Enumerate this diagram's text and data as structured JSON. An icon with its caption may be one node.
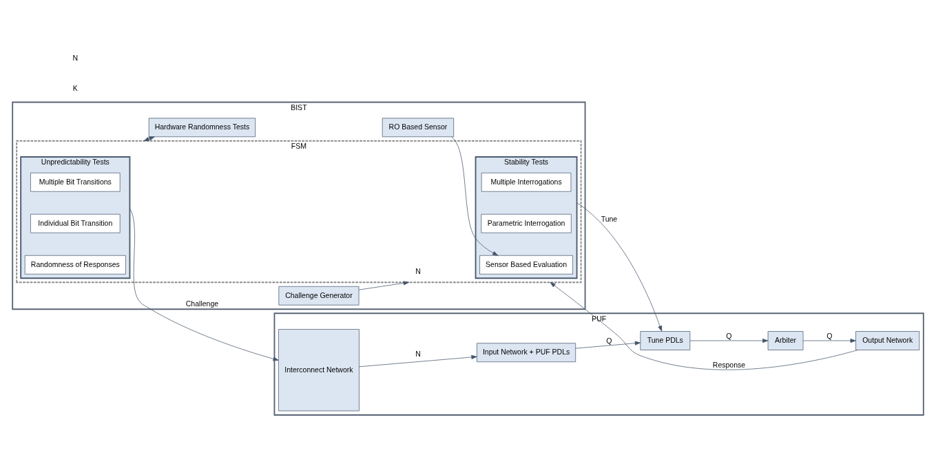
{
  "diagram": {
    "nodes": [
      {
        "text": [
          "BIST"
        ]
      },
      {
        "text": [
          "FSM"
        ],
        "in": 0
      },
      {
        "text": [
          "Stability Tests"
        ],
        "in": 1
      },
      {
        "text": [
          "Sensor Based Evaluation"
        ],
        "in": 2
      },
      {
        "text": [
          "Parametric Interrogation"
        ],
        "in": 2
      },
      {
        "text": [
          "Multiple Interrogations"
        ],
        "in": 2
      },
      {
        "text": [
          "Unpredictability Tests"
        ],
        "in": 1
      },
      {
        "text": [
          "Randomness of Responses"
        ],
        "in": 6
      },
      {
        "text": [
          "Individual Bit Transition"
        ],
        "in": 6
      },
      {
        "text": [
          "Multiple Bit Transitions"
        ],
        "in": 6
      },
      {
        "text": [
          "RO Based Sensor"
        ],
        "in": 0
      },
      {
        "text": [
          "Challenge Generator"
        ],
        "in": 0
      },
      {
        "text": [
          "Hardware Randomness Tests"
        ],
        "in": 0
      },
      {
        "text": [
          "PUF"
        ]
      },
      {
        "text": [
          "Arbiter"
        ],
        "in": 13
      },
      {
        "text": [
          "Tune PDLs"
        ],
        "in": 13
      },
      {
        "text": [
          "Interconnect Network"
        ],
        "in": 13
      },
      {
        "text": [
          "Input Network + PUF PDLs"
        ],
        "in": 13
      },
      {
        "text": [
          "Output Network"
        ],
        "in": 13
      }
    ],
    "edges": [
      {
        "from": 10,
        "to": 3,
        "arrow": "to"
      },
      {
        "from": 11,
        "to": 1,
        "arrow": "to",
        "label": "N"
      },
      {
        "from": 2,
        "to": 15,
        "arrow": "to",
        "label": "Tune"
      },
      {
        "from": 6,
        "to": 16,
        "arrow": "to",
        "label": "Challenge"
      },
      {
        "from": 16,
        "to": 17,
        "arrow": "to",
        "label": "N"
      },
      {
        "from": 17,
        "to": 15,
        "arrow": "to",
        "label": "Q"
      },
      {
        "from": 15,
        "to": 14,
        "arrow": "to",
        "label": "Q"
      },
      {
        "from": 14,
        "to": 18,
        "arrow": "to",
        "label": "Q"
      },
      {
        "from": 18,
        "to": 1,
        "arrow": "to",
        "label": "Response"
      },
      {
        "from": 1,
        "to": 12,
        "arrow": "both"
      }
    ],
    "labels": [
      "K",
      "N"
    ]
  }
}
